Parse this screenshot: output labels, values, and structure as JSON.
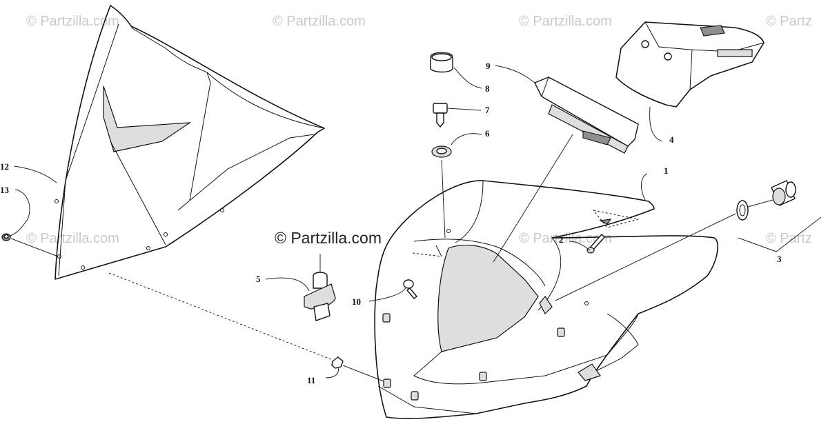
{
  "watermarks": {
    "top_1": "© Partzilla.com",
    "top_2": "© Partzilla.com",
    "top_3": "© Partzilla.com",
    "top_4": "© Partz",
    "mid_1": "© Partzilla.com",
    "mid_2": "© Partzilla.com",
    "mid_3": "© Partz",
    "center": "© Partzilla.com"
  },
  "callouts": {
    "c1": "1",
    "c2": "2",
    "c3": "3",
    "c4": "4",
    "c5": "5",
    "c6": "6",
    "c7": "7",
    "c8": "8",
    "c9": "9",
    "c10": "10",
    "c11": "11",
    "c12": "12",
    "c13": "13"
  },
  "colors": {
    "line": "#111111",
    "watermark": "#c9c9c9",
    "background": "#ffffff"
  }
}
